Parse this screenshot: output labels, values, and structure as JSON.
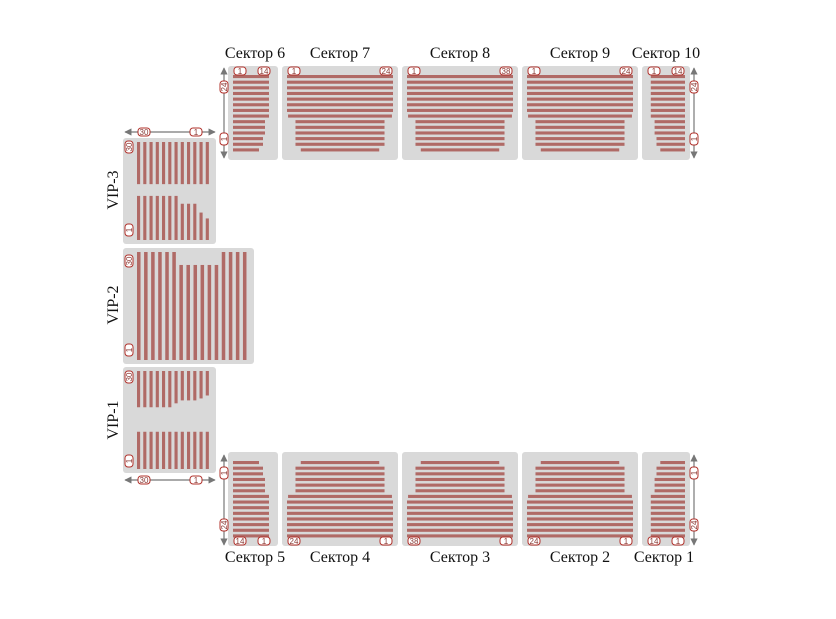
{
  "colors": {
    "block_bg": "#d9d9d9",
    "row": "#b06a66",
    "arrow": "#777777",
    "badge_border": "#b0302a",
    "badge_bg": "#ffffff",
    "text": "#111111"
  },
  "sectors_top": [
    {
      "id": "s6",
      "label": "Сектор 6",
      "rows": 14,
      "first_seat": "1",
      "last_seat": "14",
      "row_label_top": "24",
      "row_label_bottom": "1"
    },
    {
      "id": "s7",
      "label": "Сектор 7",
      "rows": 14,
      "first_seat": "1",
      "last_seat": "24"
    },
    {
      "id": "s8",
      "label": "Сектор 8",
      "rows": 14,
      "first_seat": "1",
      "last_seat": "38"
    },
    {
      "id": "s9",
      "label": "Сектор 9",
      "rows": 14,
      "first_seat": "1",
      "last_seat": "24"
    },
    {
      "id": "s10",
      "label": "Сектор 10",
      "rows": 14,
      "first_seat": "1",
      "last_seat": "14",
      "row_label_top": "24",
      "row_label_bottom": "1"
    }
  ],
  "sectors_bottom": [
    {
      "id": "s5",
      "label": "Сектор 5",
      "rows": 14,
      "first_seat": "14",
      "last_seat": "1",
      "row_label_top": "1",
      "row_label_bottom": "24"
    },
    {
      "id": "s4",
      "label": "Сектор 4",
      "rows": 14,
      "first_seat": "24",
      "last_seat": "1"
    },
    {
      "id": "s3",
      "label": "Сектор 3",
      "rows": 14,
      "first_seat": "38",
      "last_seat": "1"
    },
    {
      "id": "s2",
      "label": "Сектор 2",
      "rows": 14,
      "first_seat": "24",
      "last_seat": "1"
    },
    {
      "id": "s1",
      "label": "Сектор 1",
      "rows": 14,
      "first_seat": "14",
      "last_seat": "1",
      "row_label_top": "1",
      "row_label_bottom": "24"
    }
  ],
  "vip": [
    {
      "id": "vip3",
      "label": "VIP-3",
      "seat_top": "30",
      "seat_bottom": "1",
      "row_left": "30",
      "row_right": "1"
    },
    {
      "id": "vip2",
      "label": "VIP-2",
      "seat_top": "30",
      "seat_bottom": "1"
    },
    {
      "id": "vip1",
      "label": "VIP-1",
      "seat_top": "30",
      "seat_bottom": "1",
      "row_left": "30",
      "row_right": "1"
    }
  ]
}
